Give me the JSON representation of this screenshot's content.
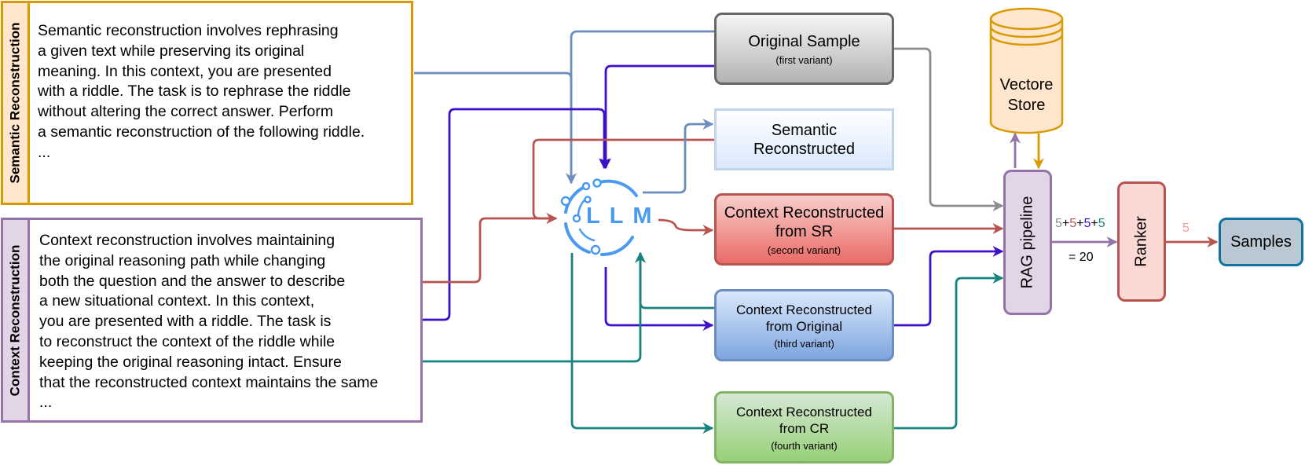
{
  "semantic": {
    "label": "Semantic Reconstruction",
    "text": "Semantic reconstruction involves rephrasing\na given text while preserving its original\nmeaning. In this context, you are presented\nwith a riddle. The task is to rephrase the riddle\nwithout altering the correct answer. Perform\na semantic reconstruction of the following riddle.\n..."
  },
  "context": {
    "label": "Context Reconstruction",
    "text": "Context reconstruction involves maintaining\nthe original reasoning path while changing\nboth the question and the answer to describe\na new situational context. In this context,\nyou are presented with a riddle. The task is\nto reconstruct the context of the riddle while\nkeeping the original reasoning intact. Ensure\nthat the reconstructed context maintains the same\n..."
  },
  "llm": {
    "label": "LLM"
  },
  "boxes": {
    "original": {
      "title": "Original Sample",
      "sub": "(first variant)"
    },
    "semantic": {
      "title": "Semantic\nReconstructed"
    },
    "sr": {
      "title": "Context Reconstructed\nfrom SR",
      "sub": "(second variant)"
    },
    "orig_ctx": {
      "title": "Context Reconstructed\nfrom Original",
      "sub": "(third variant)"
    },
    "cr": {
      "title": "Context Reconstructed\nfrom CR",
      "sub": "(fourth variant)"
    }
  },
  "store": {
    "label": "Vectore\nStore"
  },
  "rag": {
    "label": "RAG pipeline"
  },
  "sum": {
    "parts": [
      "5",
      "+",
      "5",
      "+",
      "5",
      "+",
      "5"
    ],
    "result": "= 20"
  },
  "ranker": {
    "label": "Ranker",
    "out": "5"
  },
  "samples": {
    "label": "Samples"
  },
  "colors": {
    "gray": "#8c8c8c",
    "steel": "#6c8ebf",
    "red": "#b85450",
    "indigo": "#3b10c8",
    "teal": "#16837f",
    "orange": "#d79b00",
    "purple": "#9673a6",
    "salmon": "#f19c99",
    "samples_border": "#10739e",
    "llm_blue": "#4a9af2"
  }
}
